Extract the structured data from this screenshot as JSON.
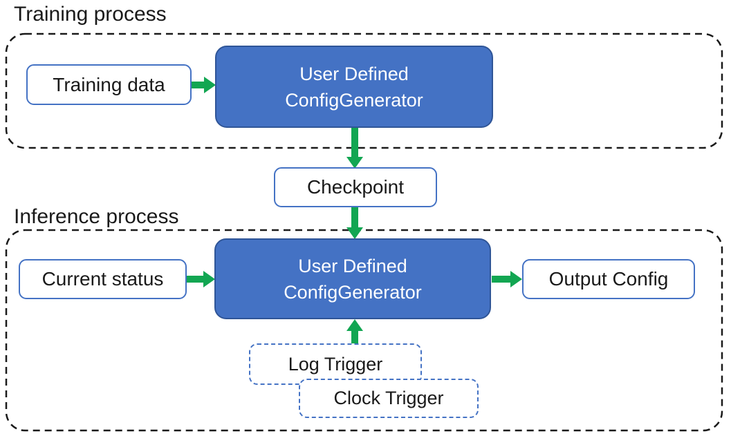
{
  "diagram": {
    "training": {
      "title": "Training process",
      "input_label": "Training data",
      "generator_line1": "User Defined",
      "generator_line2": "ConfigGenerator"
    },
    "checkpoint_label": "Checkpoint",
    "inference": {
      "title": "Inference process",
      "input_label": "Current status",
      "generator_line1": "User Defined",
      "generator_line2": "ConfigGenerator",
      "output_label": "Output Config",
      "trigger_log_label": "Log Trigger",
      "trigger_clock_label": "Clock Trigger"
    },
    "colors": {
      "generator_fill": "#4472C4",
      "generator_border": "#2F5597",
      "light_box_border": "#4472C4",
      "arrow_green": "#12A652",
      "container_dash": "#1a1a1a",
      "text_dark": "#1a1a1a",
      "text_light": "#ffffff"
    }
  }
}
